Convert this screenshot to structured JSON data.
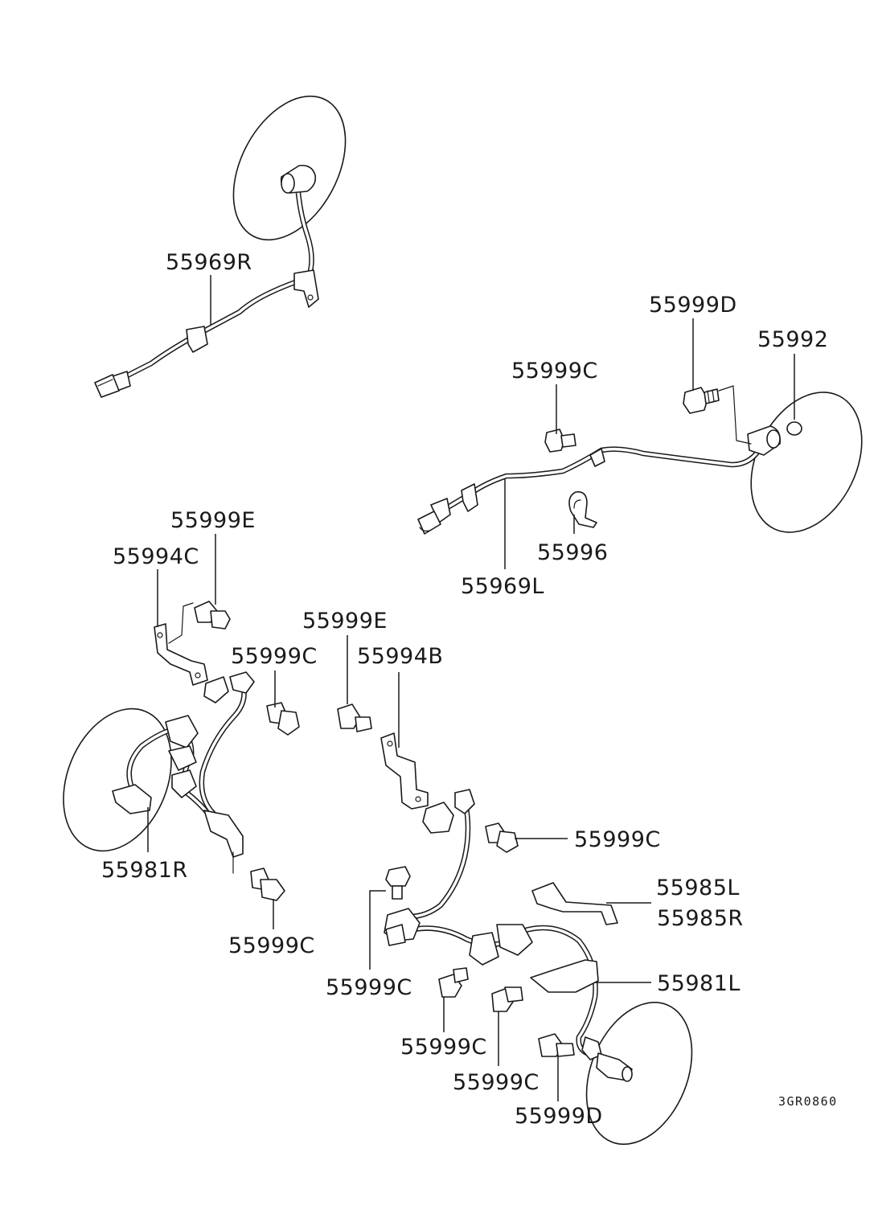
{
  "diagram": {
    "drawing_number": "3GR0860",
    "parts": [
      {
        "key": "p55969R",
        "label": "55969R"
      },
      {
        "key": "p55999D_top",
        "label": "55999D"
      },
      {
        "key": "p55992",
        "label": "55992"
      },
      {
        "key": "p55999C_top",
        "label": "55999C"
      },
      {
        "key": "p55996",
        "label": "55996"
      },
      {
        "key": "p55969L",
        "label": "55969L"
      },
      {
        "key": "p55999E_left",
        "label": "55999E"
      },
      {
        "key": "p55994C",
        "label": "55994C"
      },
      {
        "key": "p55999E_mid",
        "label": "55999E"
      },
      {
        "key": "p55999C_left",
        "label": "55999C"
      },
      {
        "key": "p55994B",
        "label": "55994B"
      },
      {
        "key": "p55999C_right",
        "label": "55999C"
      },
      {
        "key": "p55981R",
        "label": "55981R"
      },
      {
        "key": "p55985L",
        "label": "55985L"
      },
      {
        "key": "p55985R",
        "label": "55985R"
      },
      {
        "key": "p55999C_lowleft",
        "label": "55999C"
      },
      {
        "key": "p55999C_mid",
        "label": "55999C"
      },
      {
        "key": "p55981L",
        "label": "55981L"
      },
      {
        "key": "p55999C_b1",
        "label": "55999C"
      },
      {
        "key": "p55999C_b2",
        "label": "55999C"
      },
      {
        "key": "p55999D_bottom",
        "label": "55999D"
      }
    ]
  }
}
